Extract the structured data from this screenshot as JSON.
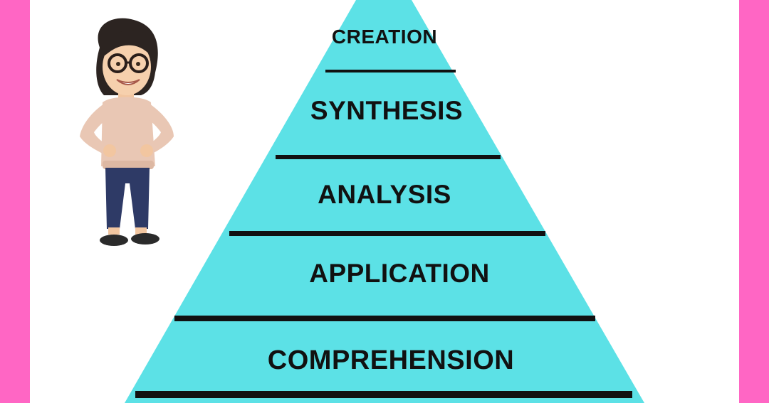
{
  "colors": {
    "border": "#ff66c4",
    "pyramid": "#5ce1e6",
    "divider": "#111111",
    "background": "#ffffff"
  },
  "pyramid": {
    "levels": [
      {
        "label": "CREATION"
      },
      {
        "label": "SYNTHESIS"
      },
      {
        "label": "ANALYSIS"
      },
      {
        "label": "APPLICATION"
      },
      {
        "label": "COMPREHENSION"
      }
    ]
  },
  "avatar": {
    "icon": "teacher-avatar-icon"
  }
}
